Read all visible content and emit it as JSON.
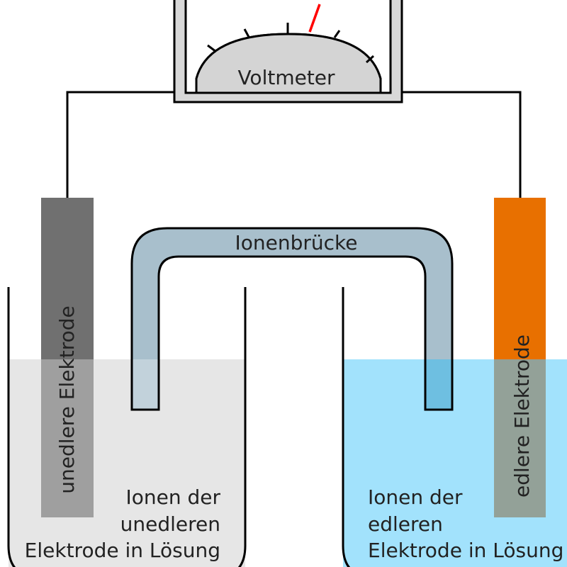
{
  "voltmeter": {
    "label": "Voltmeter"
  },
  "salt_bridge": {
    "label": "Ionenbrücke"
  },
  "left": {
    "electrode_label": "unedlere Elektrode",
    "solution_lines": [
      "Ionen der",
      "unedleren",
      "Elektrode in Lösung"
    ]
  },
  "right": {
    "electrode_label": "edlere Elektrode",
    "solution_lines": [
      "Ionen der",
      "edleren",
      "Elektrode in Lösung"
    ]
  },
  "colors": {
    "left_solution": "#e6e6e6",
    "right_solution": "#a2e2fc",
    "left_electrode": "#707070",
    "right_electrode": "#e87000",
    "salt_bridge": "#a8bfcc",
    "voltmeter_body": "#d4d4d4",
    "needle": "#ff0000"
  }
}
